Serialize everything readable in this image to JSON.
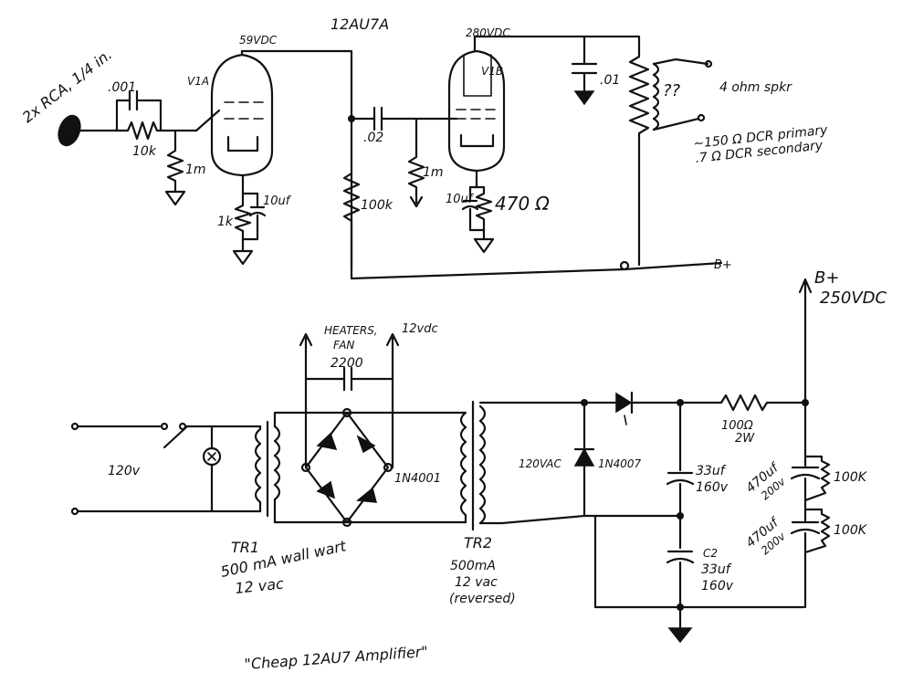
{
  "labels": {
    "input_jack": "2x RCA, 1/4 in.",
    "c_input": ".001",
    "r_input": "10k",
    "r_grid1": "1m",
    "v1a": "V1A",
    "v1a_plate_v": "59VDC",
    "tube_type": "12AU7A",
    "rk1": "1k",
    "ck1": "10uf",
    "r_load1": "100k",
    "c_coupling": ".02",
    "r_grid2": "1m",
    "v1b_plate_v": "280VDC",
    "v1b": "V1B",
    "ck2": "10uf",
    "rk2": "470 Ω",
    "c_plate2": ".01",
    "xfmr_unknown": "??",
    "speaker": "4 ohm spkr",
    "primary_dcr": "~150 Ω DCR primary",
    "secondary_dcr": ".7 Ω DCR secondary",
    "bplus_top": "B+",
    "bplus_main": "B+",
    "bplus_voltage": "250VDC",
    "heaters": "HEATERS,",
    "fan": "FAN",
    "out_12v": "12vdc",
    "c_2200": "2200",
    "line_voltage": "120v",
    "diode_bridge": "1N4001",
    "tr1": "TR1",
    "tr1_desc1": "500 mA wall wart",
    "tr1_desc2": "12 vac",
    "tr2": "TR2",
    "tr2_desc1": "500mA",
    "tr2_desc2": "12 vac",
    "tr2_desc3": "(reversed)",
    "v_120ac": "120VAC",
    "diode_hv": "1N4007",
    "c1_val": "33uf",
    "c1_volt": "160v",
    "c2": "C2",
    "c2_val": "33uf",
    "c2_volt": "160v",
    "r_drop": "100Ω",
    "r_drop_w": "2W",
    "c_filt1": "470uf",
    "c_filt1_v": "200v",
    "r_bleed1": "100K",
    "c_filt2": "470uf",
    "c_filt2_v": "200v",
    "r_bleed2": "100K",
    "title": "\"Cheap 12AU7 Amplifier\""
  }
}
